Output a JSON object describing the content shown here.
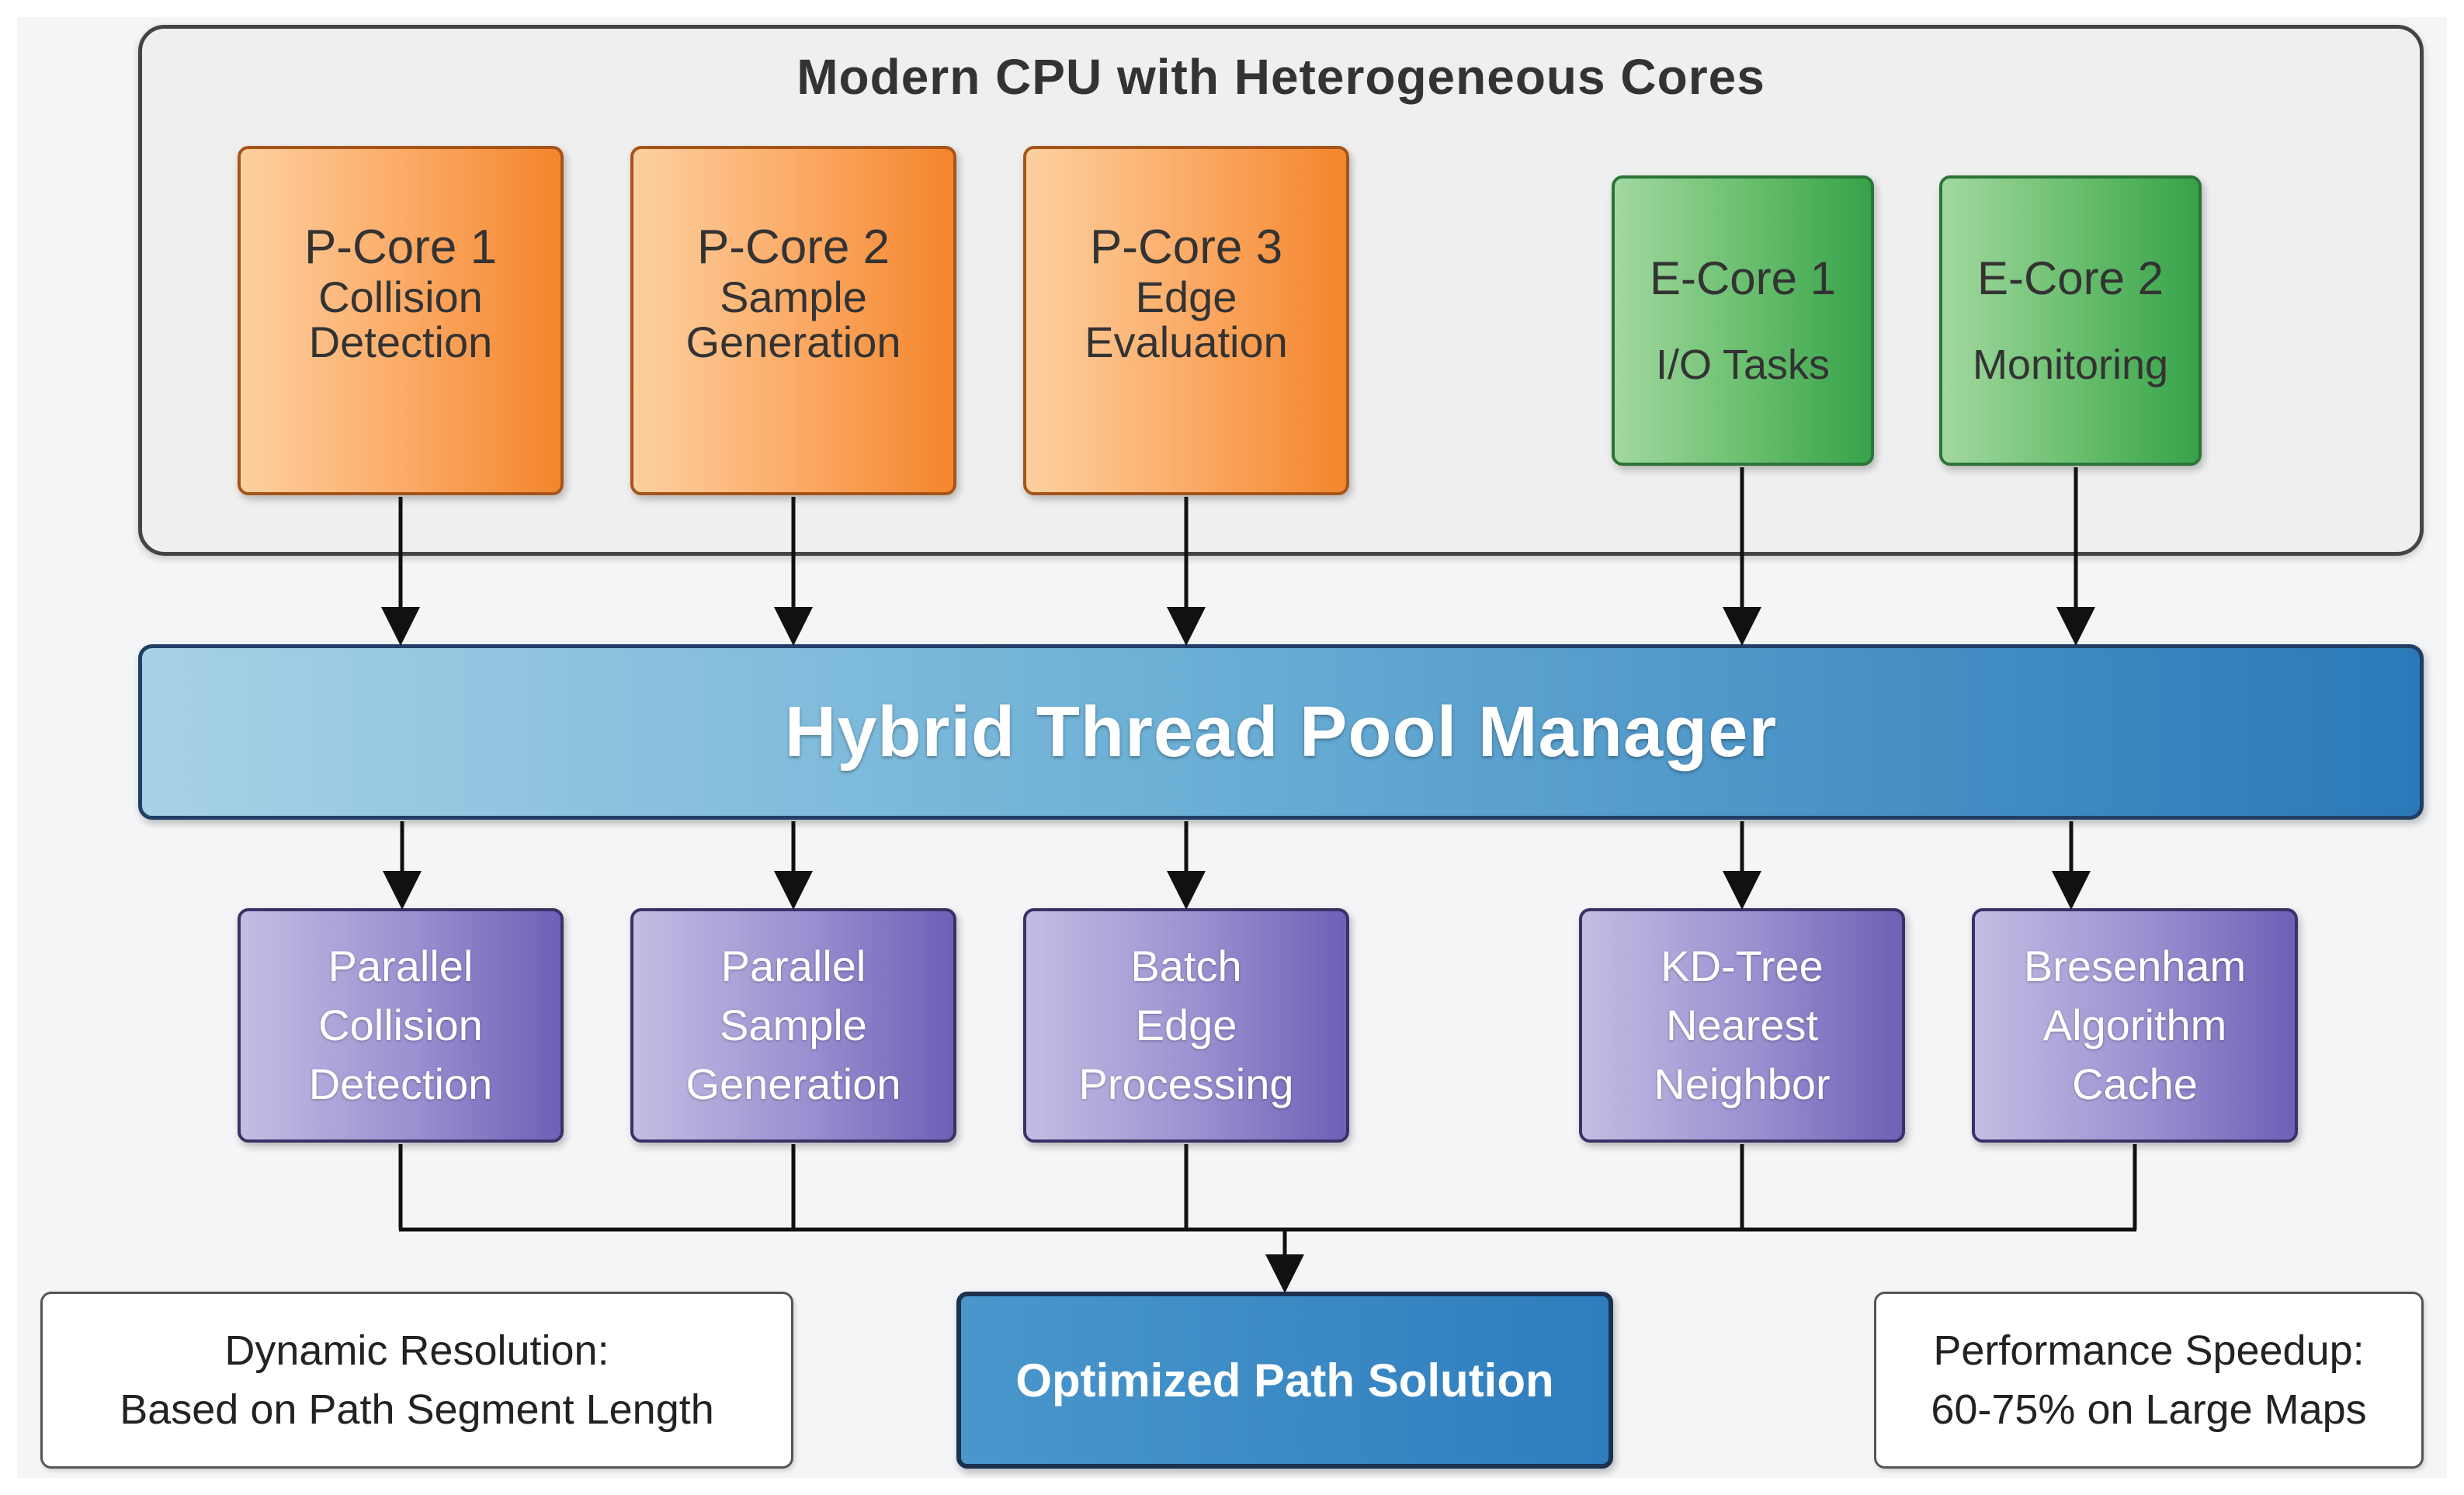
{
  "cpu": {
    "title": "Modern CPU with Heterogeneous Cores",
    "p_cores": [
      {
        "name": "P-Core 1",
        "task_line1": "Collision",
        "task_line2": "Detection"
      },
      {
        "name": "P-Core 2",
        "task_line1": "Sample",
        "task_line2": "Generation"
      },
      {
        "name": "P-Core 3",
        "task_line1": "Edge",
        "task_line2": "Evaluation"
      }
    ],
    "e_cores": [
      {
        "name": "E-Core 1",
        "task": "I/O Tasks"
      },
      {
        "name": "E-Core 2",
        "task": "Monitoring"
      }
    ]
  },
  "manager": {
    "label": "Hybrid Thread Pool Manager"
  },
  "algorithms": [
    {
      "line1": "Parallel",
      "line2": "Collision",
      "line3": "Detection"
    },
    {
      "line1": "Parallel",
      "line2": "Sample",
      "line3": "Generation"
    },
    {
      "line1": "Batch",
      "line2": "Edge",
      "line3": "Processing"
    },
    {
      "line1": "KD-Tree",
      "line2": "Nearest",
      "line3": "Neighbor"
    },
    {
      "line1": "Bresenham",
      "line2": "Algorithm",
      "line3": "Cache"
    }
  ],
  "notes": {
    "left_line1": "Dynamic Resolution:",
    "left_line2": "Based on Path Segment Length",
    "right_line1": "Performance Speedup:",
    "right_line2": "60-75% on Large Maps"
  },
  "result": {
    "label": "Optimized Path Solution"
  },
  "colors": {
    "p_core": "#fba862",
    "e_core": "#6cc070",
    "manager": "#2b79b8",
    "algorithm": "#9a8fd0",
    "result": "#2e7dbd"
  }
}
